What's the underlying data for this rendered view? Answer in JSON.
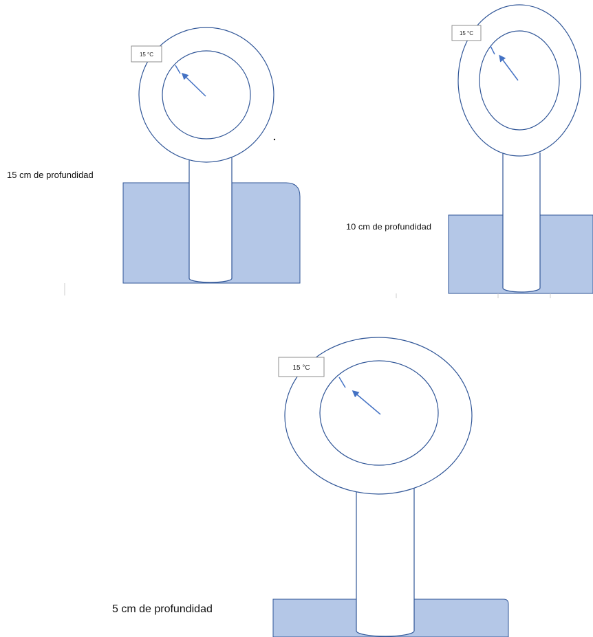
{
  "colors": {
    "soil_fill": "#b4c7e7",
    "outline": "#2f5597",
    "needle": "#4472c4",
    "reading_box_border": "#8c8c8c"
  },
  "thermometers": [
    {
      "depth_label": "15 cm de profundidad",
      "reading": "15 °C",
      "needle_icon": "arrow-icon"
    },
    {
      "depth_label": "10 cm de profundidad",
      "reading": "15 °C",
      "needle_icon": "arrow-icon"
    },
    {
      "depth_label": "5 cm de profundidad",
      "reading": "15 °C",
      "needle_icon": "arrow-icon"
    }
  ]
}
